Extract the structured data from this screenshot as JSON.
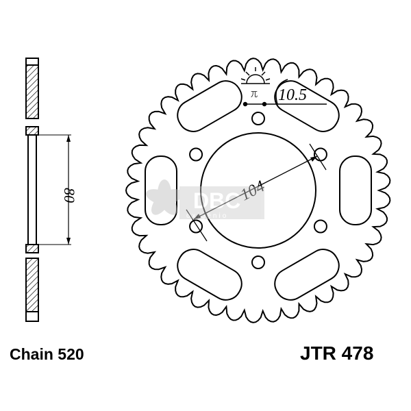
{
  "labels": {
    "chain": "Chain 520",
    "part_number": "JTR 478",
    "dim_side": "80",
    "dim_bolt_circle": "104",
    "dim_hole": "10.5",
    "symbol": "兀"
  },
  "watermark": {
    "brand": "DBC",
    "sub": "oxigênio"
  },
  "colors": {
    "line": "#000000",
    "watermark": "#c8c8c8"
  }
}
